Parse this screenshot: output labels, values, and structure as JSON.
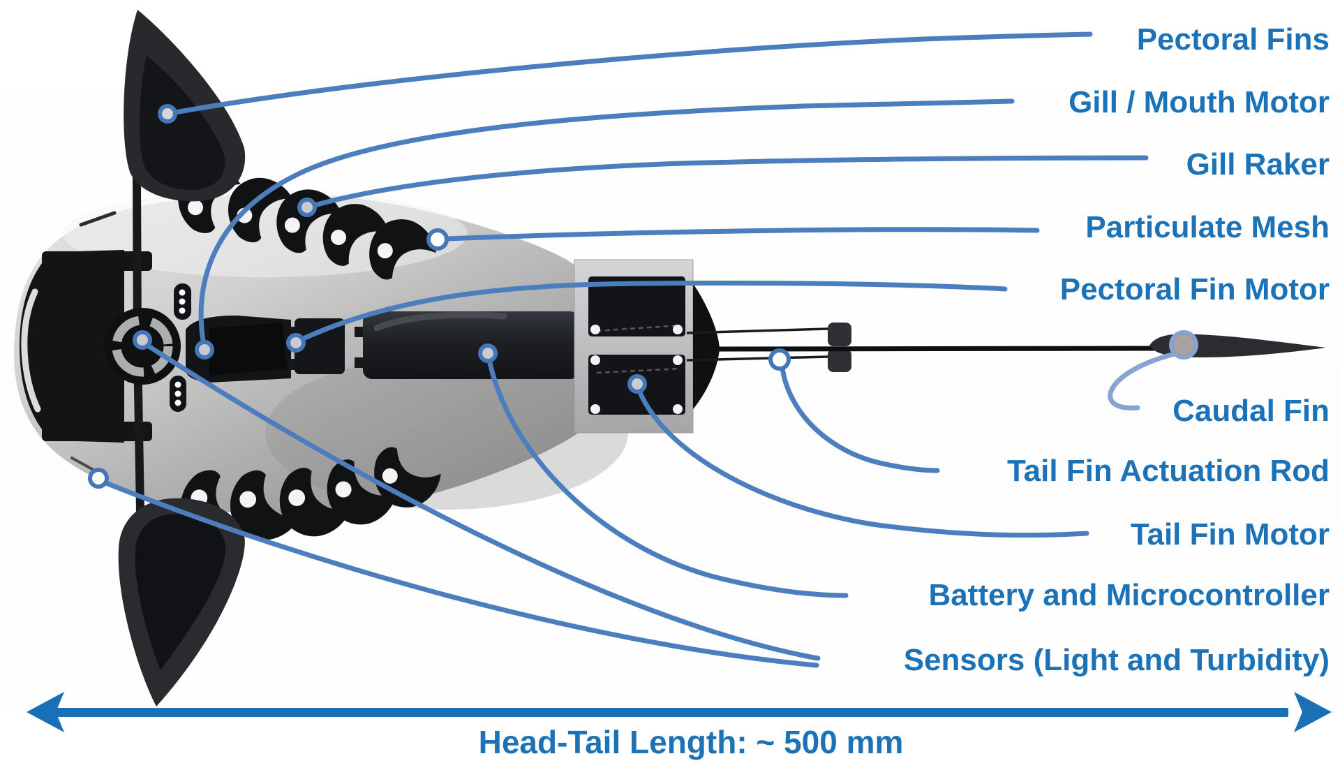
{
  "diagram": {
    "subject": "robotic-filter-feeding-fish-top-view",
    "labels": [
      {
        "id": "pectoral-fins",
        "text": "Pectoral Fins"
      },
      {
        "id": "gill-mouth-motor",
        "text": "Gill / Mouth Motor"
      },
      {
        "id": "gill-raker",
        "text": "Gill Raker"
      },
      {
        "id": "particulate-mesh",
        "text": "Particulate Mesh"
      },
      {
        "id": "pectoral-fin-motor",
        "text": "Pectoral Fin Motor"
      },
      {
        "id": "caudal-fin",
        "text": "Caudal Fin"
      },
      {
        "id": "tail-fin-actuation-rod",
        "text": "Tail Fin Actuation Rod"
      },
      {
        "id": "tail-fin-motor",
        "text": "Tail Fin Motor"
      },
      {
        "id": "battery-microcontroller",
        "text": "Battery and Microcontroller"
      },
      {
        "id": "sensors",
        "text": "Sensors (Light and Turbidity)"
      }
    ],
    "dimension": {
      "text": "Head-Tail Length: ~ 500 mm"
    },
    "colors": {
      "label_text": "#1c72b7",
      "leader": "#4c7ebd",
      "leader_light": "#86a3d3",
      "arrow": "#1a70b6",
      "marker_ring": "#4377b8",
      "marker_fill": "#c9cbcd",
      "body_gray": "#b5b5b5",
      "part_black": "#16181a"
    }
  }
}
